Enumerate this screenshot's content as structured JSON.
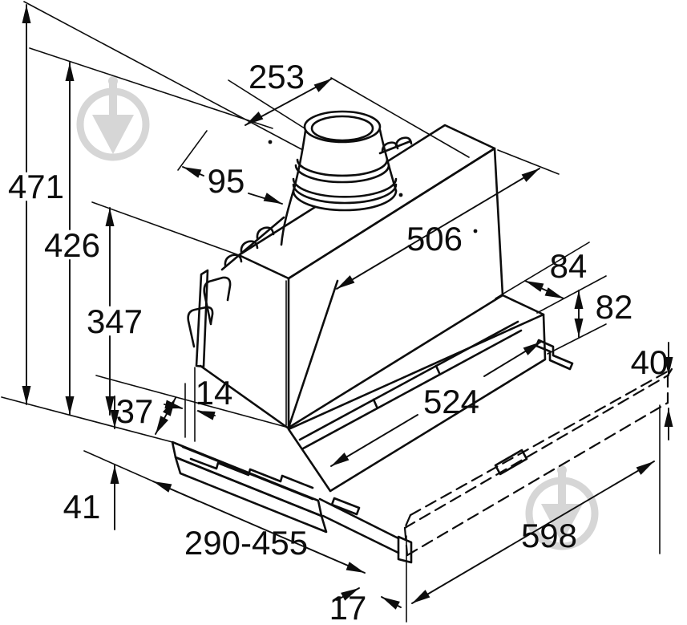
{
  "diagram": {
    "title": "cooker-hood-installation-dimensions",
    "dims": {
      "w253": "253",
      "h471": "471",
      "h426": "426",
      "d95": "95",
      "w506": "506",
      "d84": "84",
      "h82": "82",
      "h347": "347",
      "h40": "40",
      "h37": "37",
      "d14": "14",
      "w524": "524",
      "h41": "41",
      "d290": "290-455",
      "w598": "598",
      "t17": "17"
    },
    "colors": {
      "line": "#0d0d0d",
      "watermark": "#d6d6d6",
      "background": "#ffffff"
    },
    "watermark_icon": "trowel-in-circle-icon"
  }
}
